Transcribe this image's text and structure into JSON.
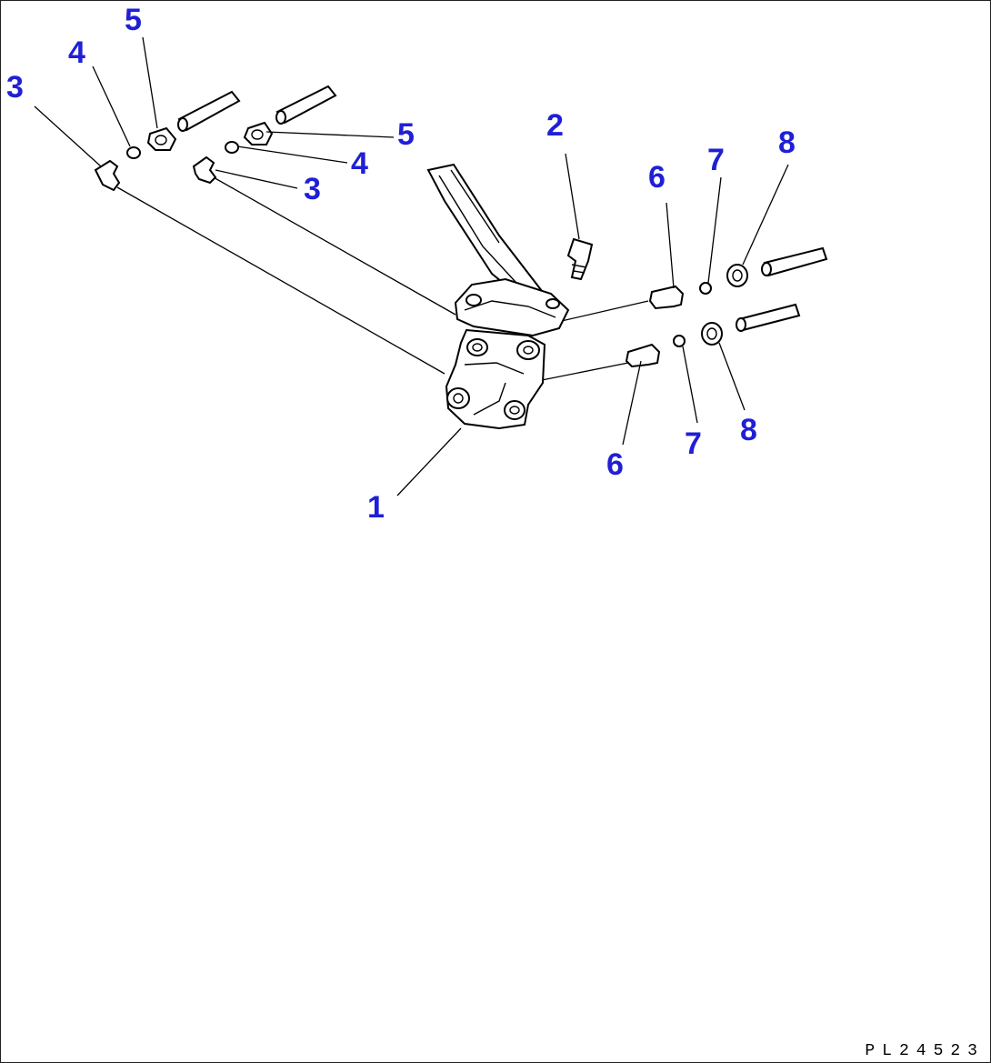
{
  "drawing": {
    "code": "PL24523",
    "callouts": [
      {
        "id": "c1",
        "label": "1"
      },
      {
        "id": "c2",
        "label": "2"
      },
      {
        "id": "c3a",
        "label": "3"
      },
      {
        "id": "c3b",
        "label": "3"
      },
      {
        "id": "c4a",
        "label": "4"
      },
      {
        "id": "c4b",
        "label": "4"
      },
      {
        "id": "c5a",
        "label": "5"
      },
      {
        "id": "c5b",
        "label": "5"
      },
      {
        "id": "c6a",
        "label": "6"
      },
      {
        "id": "c6b",
        "label": "6"
      },
      {
        "id": "c7a",
        "label": "7"
      },
      {
        "id": "c7b",
        "label": "7"
      },
      {
        "id": "c8a",
        "label": "8"
      },
      {
        "id": "c8b",
        "label": "8"
      }
    ],
    "callout_color": "#1f1fd6",
    "line_color": "#000000"
  }
}
